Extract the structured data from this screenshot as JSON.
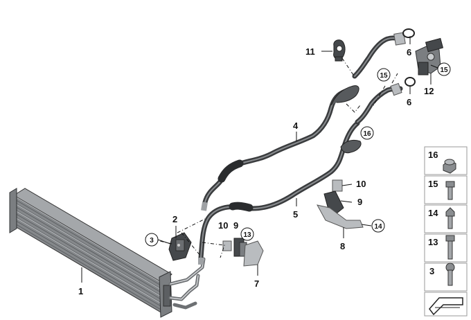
{
  "callouts": {
    "c1": "1",
    "c2": "2",
    "c3": "3",
    "c4": "4",
    "c5": "5",
    "c6a": "6",
    "c6b": "6",
    "c7": "7",
    "c8": "8",
    "c9a": "9",
    "c9b": "9",
    "c10a": "10",
    "c10b": "10",
    "c11": "11",
    "c12": "12",
    "c13": "13",
    "c14": "14",
    "c15a": "15",
    "c15b": "15",
    "c16": "16"
  },
  "legend": {
    "items": [
      "16",
      "15",
      "14",
      "13",
      "3"
    ]
  },
  "colors": {
    "hose": "#3a3c3e",
    "pipe": "#6d7073",
    "cooler": "#8c8f92",
    "tile_border": "#9a9a9a"
  }
}
